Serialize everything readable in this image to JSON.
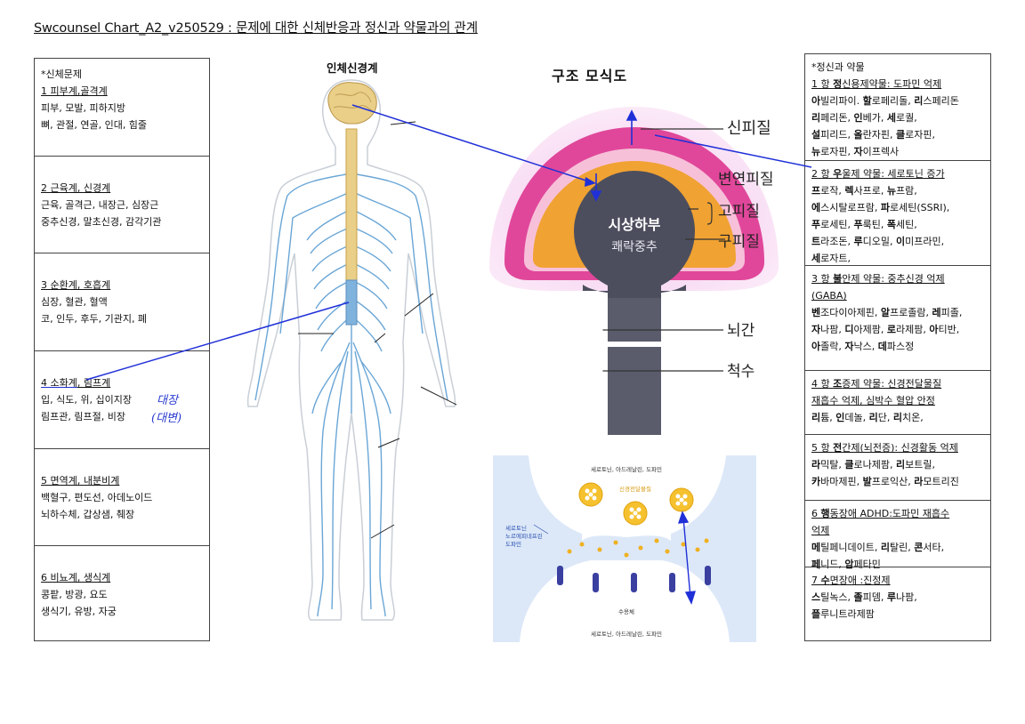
{
  "title": "Swcounsel Chart_A2_v250529 : 문제에 대한 신체반응과 정신과 약물과의 관계",
  "left_panel": {
    "header": "*신체문제",
    "sections": [
      {
        "heading": "1 피부계,골격계",
        "lines": [
          "피부, 모발, 피하지방",
          "뼈, 관절, 연골, 인대, 힘줄"
        ]
      },
      {
        "heading": "2 근육계, 신경계",
        "lines": [
          "근육, 골격근, 내장근, 심장근",
          "중추신경, 말초신경, 감각기관"
        ]
      },
      {
        "heading": "3 순환계, 호흡계",
        "lines": [
          "심장, 혈관, 혈액",
          "코, 인두, 후두, 기관지, 폐"
        ]
      },
      {
        "heading_a": "4 소화계",
        "heading_b": ", 림프계",
        "lines": [
          "입, 식도, 위, 십이지장",
          "림프관, 림프절, 비장"
        ]
      },
      {
        "heading": "5 면역계, 내분비계",
        "lines": [
          "백혈구, 편도선, 아데노이드",
          "뇌하수체, 갑상샘, 췌장"
        ]
      },
      {
        "heading": "6 비뇨계, 생식계",
        "lines": [
          "콩팥, 방광, 요도",
          "생식기, 유방, 자궁"
        ]
      }
    ],
    "handwritten_note": [
      "대장",
      "(대변)"
    ]
  },
  "center": {
    "nervous_system_title": "인체신경계",
    "structure_title": "구조 모식도",
    "labels": {
      "neocortex": "신피질",
      "limbic": "변연피질",
      "paleocortex": "고피질",
      "archicortex": "구피질",
      "hypothalamus": "시상하부",
      "pleasure_center": "쾌락중추",
      "brainstem": "뇌간",
      "spinal_cord": "척수"
    },
    "synapse": {
      "top_label": "세로토닌, 아드레날린, 도파민",
      "vesicle_label": "신경전달물질",
      "side_label": [
        "세로토닌",
        "노르에피네프린",
        "도파민"
      ],
      "receptor_label": "수용체",
      "bottom_label": "세로토닌, 아드레날린, 도파민"
    }
  },
  "right_panel": {
    "header": "*정신과 약물",
    "sections": [
      {
        "heading_pre": "1 항 ",
        "heading_bold": "정",
        "heading_post": "신용제약물: 도파민 억제",
        "lines": [
          [
            [
              "아",
              "b"
            ],
            [
              "빌리파이. ",
              ""
            ],
            [
              "할",
              "b"
            ],
            [
              "로페리돌, ",
              ""
            ],
            [
              "리",
              "b"
            ],
            [
              "스페리돈",
              ""
            ]
          ],
          [
            [
              "리",
              "b"
            ],
            [
              "페리돈, ",
              ""
            ],
            [
              "인",
              "b"
            ],
            [
              "베가, ",
              ""
            ],
            [
              "세",
              "b"
            ],
            [
              "로퀄,",
              ""
            ]
          ],
          [
            [
              "설",
              "b"
            ],
            [
              "피리드, ",
              ""
            ],
            [
              "올",
              "b"
            ],
            [
              "란자핀, ",
              ""
            ],
            [
              "클",
              "b"
            ],
            [
              "로자핀,",
              ""
            ]
          ],
          [
            [
              "뉴",
              "b"
            ],
            [
              "로자핀, ",
              ""
            ],
            [
              "자",
              "b"
            ],
            [
              "이프렉사",
              ""
            ]
          ]
        ]
      },
      {
        "heading_pre": "2 항 ",
        "heading_bold": "우",
        "heading_post": "울제 약물: 세로토닌 증가",
        "lines": [
          [
            [
              "프",
              "b"
            ],
            [
              "로작, ",
              ""
            ],
            [
              "렉",
              "b"
            ],
            [
              "사프로, ",
              ""
            ],
            [
              "뉴",
              "b"
            ],
            [
              "프람,",
              ""
            ]
          ],
          [
            [
              "에",
              "b"
            ],
            [
              "스시탈로프람, ",
              ""
            ],
            [
              "파",
              "b"
            ],
            [
              "로세틴(SSRI),",
              ""
            ]
          ],
          [
            [
              "푸",
              "b"
            ],
            [
              "로세틴, ",
              ""
            ],
            [
              "푸",
              "b"
            ],
            [
              "룩틴, ",
              ""
            ],
            [
              "폭",
              "b"
            ],
            [
              "세틴,",
              ""
            ]
          ],
          [
            [
              "트",
              "b"
            ],
            [
              "라조돈, ",
              ""
            ],
            [
              "루",
              "b"
            ],
            [
              "디오밀, ",
              ""
            ],
            [
              "이",
              "b"
            ],
            [
              "미프라민,",
              ""
            ]
          ],
          [
            [
              "세",
              "b"
            ],
            [
              "로자트,",
              ""
            ]
          ]
        ]
      },
      {
        "heading_pre": "3 항 ",
        "heading_bold": "불",
        "heading_post": "안제 약물: 중추신경 억제",
        "heading2": "(GABA)",
        "lines": [
          [
            [
              "벤",
              "b"
            ],
            [
              "조다이아제핀, ",
              ""
            ],
            [
              "알",
              "b"
            ],
            [
              "프로졸람, ",
              ""
            ],
            [
              "레",
              "b"
            ],
            [
              "피졸,",
              ""
            ]
          ],
          [
            [
              "자",
              "b"
            ],
            [
              "나팜, ",
              ""
            ],
            [
              "디",
              "b"
            ],
            [
              "아제팜, ",
              ""
            ],
            [
              "로",
              "b"
            ],
            [
              "라제팜, ",
              ""
            ],
            [
              "아",
              "b"
            ],
            [
              "티반,",
              ""
            ]
          ],
          [
            [
              "아",
              "b"
            ],
            [
              "졸락, ",
              ""
            ],
            [
              "자",
              "b"
            ],
            [
              "낙스, ",
              ""
            ],
            [
              "데",
              "b"
            ],
            [
              "파스정",
              ""
            ]
          ]
        ]
      },
      {
        "heading_pre": "4 항 ",
        "heading_bold": "조",
        "heading_post": "증제 약물: 신경전달물질",
        "heading2": "재흡수 억제, 심박수 혈압 안정",
        "lines": [
          [
            [
              "리",
              "b"
            ],
            [
              "튬, ",
              ""
            ],
            [
              "인",
              "b"
            ],
            [
              "데놀, ",
              ""
            ],
            [
              "리",
              "b"
            ],
            [
              "단, ",
              ""
            ],
            [
              "리",
              "b"
            ],
            [
              "치온,",
              ""
            ]
          ]
        ]
      },
      {
        "heading_pre": "5 항 ",
        "heading_bold": "전",
        "heading_post": "간제(뇌전증): 신경활동 억제",
        "lines": [
          [
            [
              "라",
              "b"
            ],
            [
              "믹탈, ",
              ""
            ],
            [
              "클",
              "b"
            ],
            [
              "로나제팜, ",
              ""
            ],
            [
              "리",
              "b"
            ],
            [
              "보트릴,",
              ""
            ]
          ],
          [
            [
              "카",
              "b"
            ],
            [
              "바마제핀, ",
              ""
            ],
            [
              "발",
              "b"
            ],
            [
              "프로익산, ",
              ""
            ],
            [
              "라",
              "b"
            ],
            [
              "모트리진",
              ""
            ]
          ]
        ]
      },
      {
        "heading_pre": "6 ",
        "heading_bold": "행",
        "heading_post": "동장애 ADHD:도파민 재흡수",
        "heading2": "억제",
        "lines": [
          [
            [
              "메",
              "b"
            ],
            [
              "틸페니데이트, ",
              ""
            ],
            [
              "리",
              "b"
            ],
            [
              "탈린, ",
              ""
            ],
            [
              "콘",
              "b"
            ],
            [
              "서타,",
              ""
            ]
          ],
          [
            [
              "페",
              "b"
            ],
            [
              "니드, ",
              ""
            ],
            [
              "암",
              "b"
            ],
            [
              "페타민",
              ""
            ]
          ]
        ]
      },
      {
        "heading_pre": "7 ",
        "heading_bold": "수",
        "heading_post": "면장애 :진정제",
        "lines": [
          [
            [
              "스",
              "b"
            ],
            [
              "틸녹스, ",
              ""
            ],
            [
              "졸",
              "b"
            ],
            [
              "피뎀, ",
              ""
            ],
            [
              "루",
              "b"
            ],
            [
              "나팜,",
              ""
            ]
          ],
          [
            [
              "플",
              "b"
            ],
            [
              "루니트라제팜",
              ""
            ]
          ]
        ]
      }
    ]
  },
  "colors": {
    "nerve": "#6aa6d6",
    "spine": "#7fb2dc",
    "brain": "#e9cf88",
    "neocortex_ring": "#e0479a",
    "limbic_ring": "#f0a232",
    "hypothalamus": "#4c4e5e",
    "arrow": "#2030d8",
    "synapse_bg": "#dce8f8",
    "vesicle": "#f6c12e",
    "receptor": "#3a3fa0"
  }
}
